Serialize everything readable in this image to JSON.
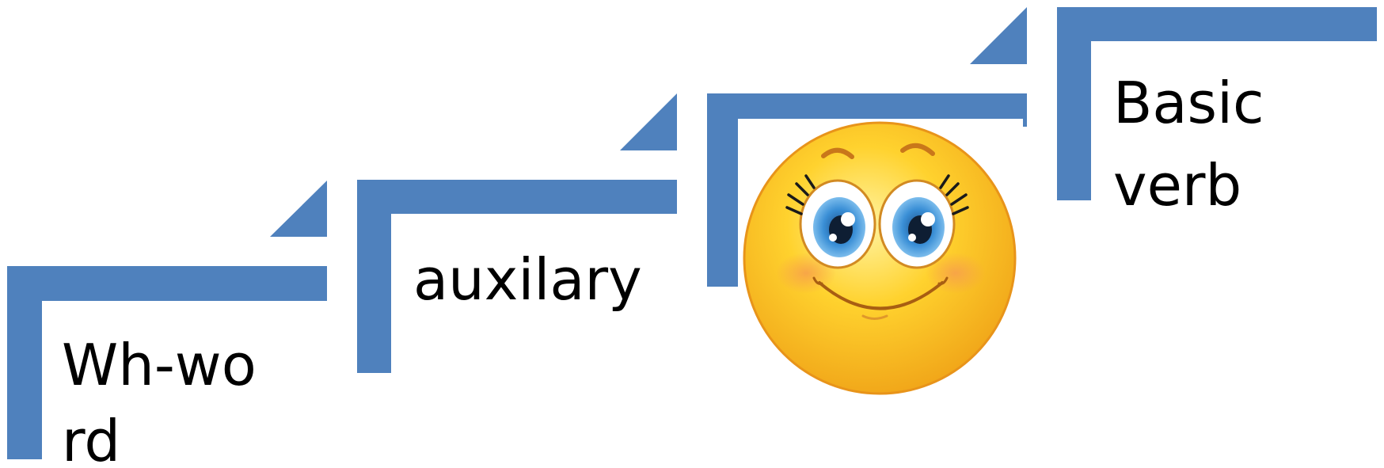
{
  "diagram": {
    "type": "step-up process",
    "step_color": "#4F81BD",
    "steps": [
      {
        "id": "wh-word",
        "lines": [
          "Wh-wo",
          "rd"
        ]
      },
      {
        "id": "auxiliary",
        "lines": [
          "auxilary"
        ]
      },
      {
        "id": "subject",
        "lines": [],
        "content": "smiley-face-emoji"
      },
      {
        "id": "basic-verb",
        "lines": [
          "Basic",
          "verb"
        ]
      }
    ]
  },
  "colors": {
    "step_blue": "#4F81BD",
    "face_yellow": "#FFD22E",
    "face_orange": "#F5A623",
    "eye_blue": "#3A8FD6",
    "text": "#000000"
  },
  "icons": {
    "subject_icon": "smiley-face-emoji"
  }
}
